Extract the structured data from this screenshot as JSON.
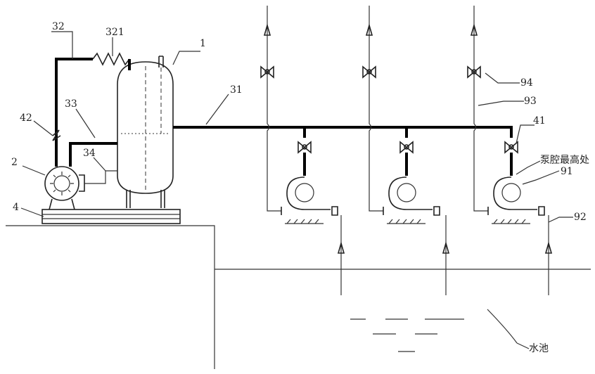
{
  "labels": {
    "tank": "1",
    "pump": "2",
    "base": "4",
    "main_pipe": "31",
    "suction_pipe": "32",
    "heater": "321",
    "outlet_pipe": "33",
    "drain_pipe": "34",
    "valve": "41",
    "check_valve": "42",
    "pump_body": "91",
    "inlet_pipe": "92",
    "discharge_pipe": "93",
    "discharge_valve": "94",
    "pump_top_note": "泵腔最高处",
    "pool": "水池"
  }
}
